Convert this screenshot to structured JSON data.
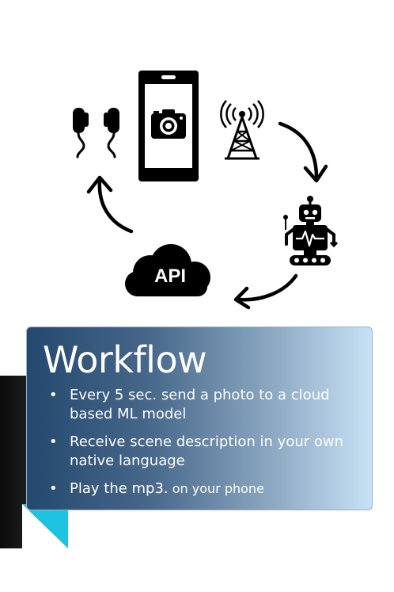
{
  "diagram": {
    "api_label": "API",
    "icons": [
      "earphones-icon",
      "smartphone-camera-icon",
      "radio-tower-icon",
      "robot-icon",
      "cloud-icon"
    ]
  },
  "workflow": {
    "title": "Workflow",
    "bullets": [
      {
        "main": "Every 5 sec. send a photo to a cloud based ML model",
        "suffix": ""
      },
      {
        "main": "Receive scene description in your own native language",
        "suffix": ""
      },
      {
        "main": "Play the mp3.",
        "suffix": " on your phone"
      }
    ]
  },
  "colors": {
    "card_dark": "#24486e",
    "card_light": "#c8e2f5",
    "accent_cyan": "#1ec3e0",
    "icon": "#000000"
  }
}
